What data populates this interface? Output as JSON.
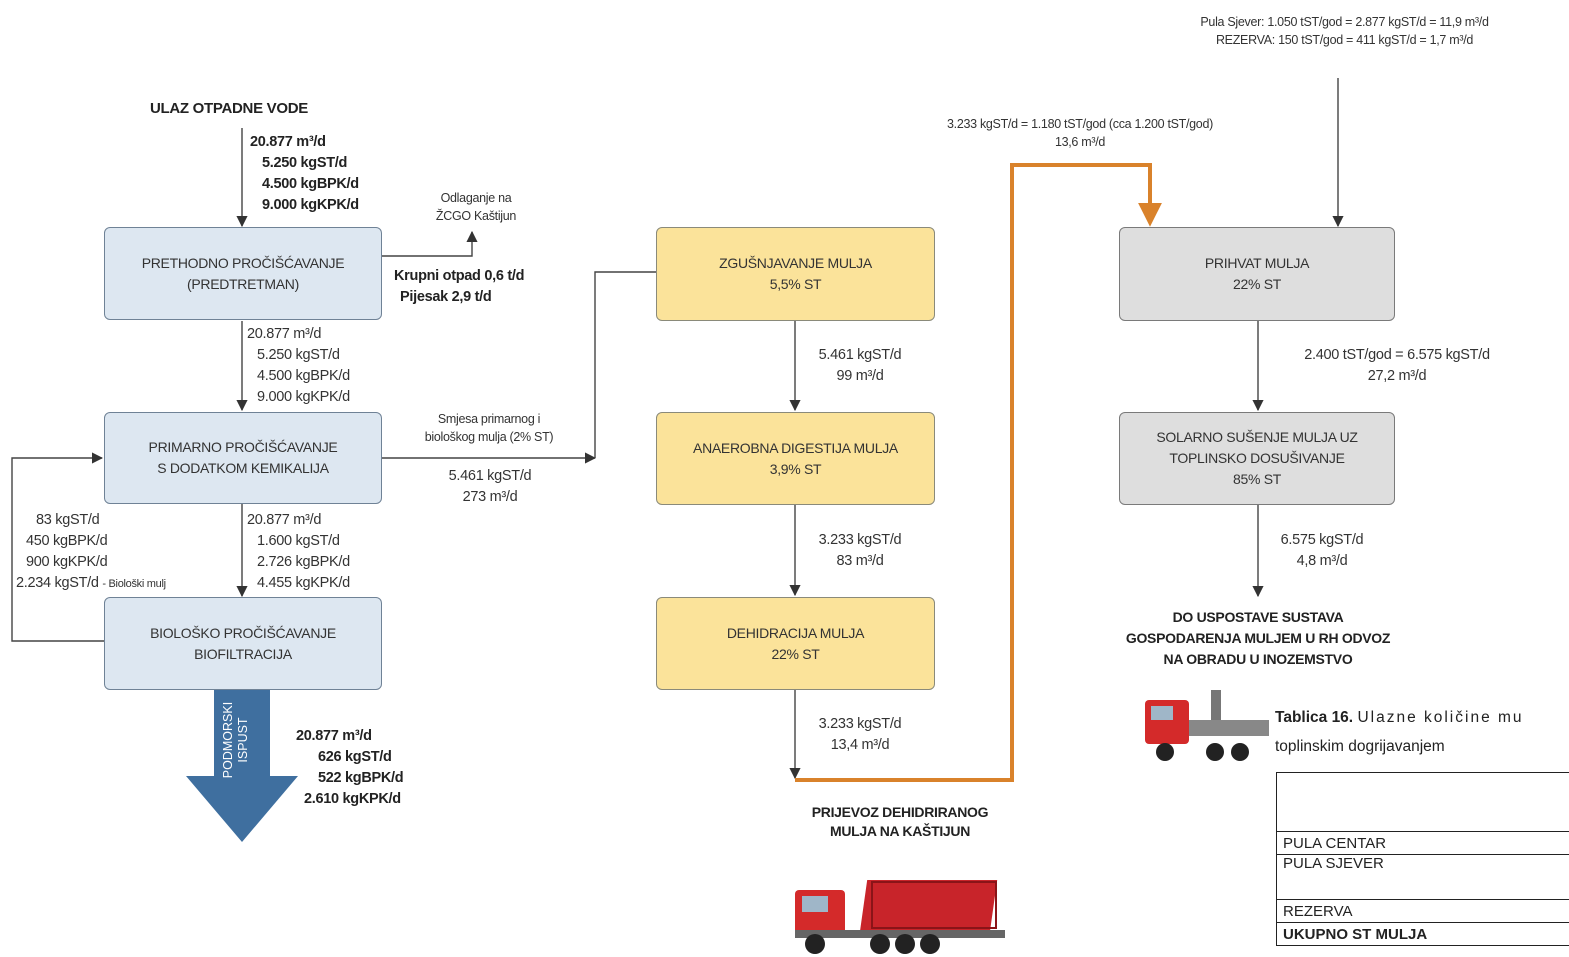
{
  "input": {
    "title": "ULAZ OTPADNE VODE",
    "lines": [
      "20.877 m³/d",
      "5.250 kgST/d",
      "4.500 kgBPK/d",
      "9.000 kgKPK/d"
    ]
  },
  "disposal_note": [
    "Odlaganje na",
    "ŽCGO Kaštijun"
  ],
  "boxes": {
    "pretreatment": [
      "PRETHODNO PROČIŠĆAVANJE",
      "(PREDTRETMAN)"
    ],
    "primary": [
      "PRIMARNO PROČIŠĆAVANJE",
      "S DODATKOM KEMIKALIJA"
    ],
    "biological": [
      "BIOLOŠKO PROČIŠĆAVANJE",
      "BIOFILTRACIJA"
    ],
    "thickening": [
      "ZGUŠNJAVANJE MULJA",
      "5,5% ST"
    ],
    "digestion": [
      "ANAEROBNA DIGESTIJA MULJA",
      "3,9% ST"
    ],
    "dewatering": [
      "DEHIDRACIJA MULJA",
      "22% ST"
    ],
    "reception": [
      "PRIHVAT MULJA",
      "22% ST"
    ],
    "solar": [
      "SOLARNO SUŠENJE MULJA UZ",
      "TOPLINSKO DOSUŠIVANJE",
      "85% ST"
    ]
  },
  "coarse_waste": [
    "Krupni otpad 0,6 t/d",
    "Pijesak 2,9 t/d"
  ],
  "after_pretreatment": [
    "20.877 m³/d",
    "5.250 kgST/d",
    "4.500 kgBPK/d",
    "9.000 kgKPK/d"
  ],
  "after_primary": [
    "20.877 m³/d",
    "1.600 kgST/d",
    "2.726 kgBPK/d",
    "4.455 kgKPK/d"
  ],
  "recycle": [
    "83 kgST/d",
    "450 kgBPK/d",
    "900 kgKPK/d",
    "2.234 kgST/d"
  ],
  "recycle_note": "- Biološki mulj",
  "mixed_sludge": {
    "label": [
      "Smjesa primarnog i",
      "biološkog mulja (2% ST)"
    ],
    "values": [
      "5.461 kgST/d",
      "273 m³/d"
    ]
  },
  "thick_to_dig": [
    "5.461 kgST/d",
    "99 m³/d"
  ],
  "dig_to_dew": [
    "3.233 kgST/d",
    "83 m³/d"
  ],
  "dew_out": [
    "3.233 kgST/d",
    "13,4 m³/d"
  ],
  "transport_label": [
    "PRIJEVOZ DEHIDRIRANOG",
    "MULJA NA KAŠTIJUN"
  ],
  "outfall": {
    "arrow_label": [
      "PODMORSKI",
      "ISPUST"
    ],
    "values": [
      "20.877 m³/d",
      "626 kgST/d",
      "522 kgBPK/d",
      "2.610 kgKPK/d"
    ]
  },
  "orange_flow": [
    "3.233 kgST/d = 1.180 tST/god (cca 1.200 tST/god)",
    "13,6 m³/d"
  ],
  "north_input": [
    "Pula Sjever: 1.050 tST/god = 2.877 kgST/d = 11,9 m³/d",
    "REZERVA: 150 tST/god = 411 kgST/d = 1,7 m³/d"
  ],
  "reception_to_solar": [
    "2.400 tST/god = 6.575 kgST/d",
    "27,2 m³/d"
  ],
  "solar_out": [
    "6.575 kgST/d",
    "4,8 m³/d"
  ],
  "final_note": [
    "DO USPOSTAVE SUSTAVA",
    "GOSPODARENJA MULJEM U RH ODVOZ",
    "NA OBRADU U INOZEMSTVO"
  ],
  "table": {
    "caption_bold": "Tablica 16.",
    "caption_rest": "Ulazne količine mu",
    "caption_line2": "toplinskim dogrijavanjem",
    "rows": [
      "PULA CENTAR",
      "PULA SJEVER",
      "REZERVA",
      "UKUPNO ST MULJA"
    ]
  },
  "colors": {
    "blue_box": "#dde7f1",
    "yellow_box": "#fbe39a",
    "grey_box": "#dedede",
    "orange_line": "#d9822b",
    "outfall_arrow": "#3f6f9f"
  }
}
